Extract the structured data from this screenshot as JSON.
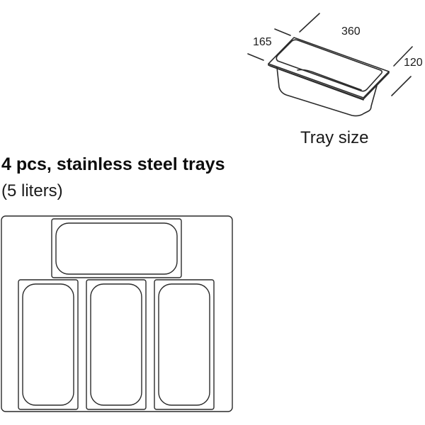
{
  "tray_illustration": {
    "dimensions": {
      "length": "360",
      "width": "165",
      "height": "120"
    },
    "caption": "Tray size"
  },
  "product": {
    "title": "4 pcs, stainless steel trays",
    "subtitle": "(5 liters)"
  },
  "layout_diagram": {
    "tray_count": 4,
    "trays": [
      {
        "position": "top",
        "orientation": "horizontal"
      },
      {
        "position": "bottom-left",
        "orientation": "vertical"
      },
      {
        "position": "bottom-center",
        "orientation": "vertical"
      },
      {
        "position": "bottom-right",
        "orientation": "vertical"
      }
    ]
  },
  "colors": {
    "line": "#2a2a2a",
    "background": "#ffffff"
  }
}
